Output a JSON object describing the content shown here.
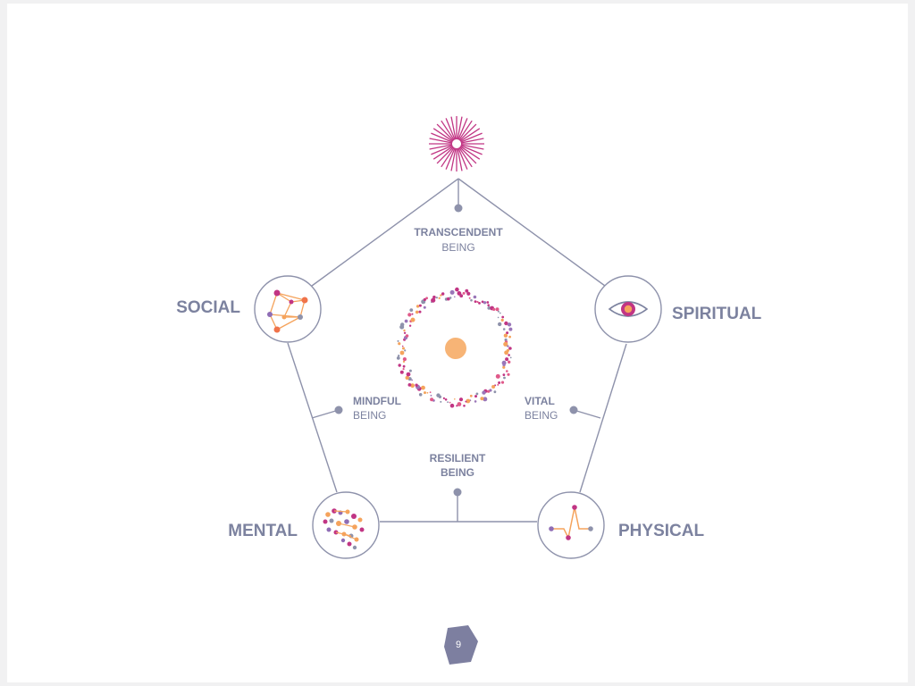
{
  "diagram": {
    "nodes": {
      "social": "SOCIAL",
      "spiritual": "SPIRITUAL",
      "mental": "MENTAL",
      "physical": "PHYSICAL"
    },
    "beings": {
      "transcendent": {
        "line1": "TRANSCENDENT",
        "line2": "BEING"
      },
      "mindful": {
        "line1": "MINDFUL",
        "line2": "BEING"
      },
      "vital": {
        "line1": "VITAL",
        "line2": "BEING"
      },
      "resilient": {
        "line1": "RESILIENT",
        "line2": "BEING"
      }
    },
    "icons": {
      "top": "sunburst-icon",
      "social": "network-icon",
      "spiritual": "eye-icon",
      "mental": "brain-icon",
      "physical": "heartbeat-icon",
      "center": "dotted-ring-icon"
    },
    "colors": {
      "line": "#8e92ab",
      "text": "#7c829f",
      "magenta": "#c13584",
      "orange": "#f5a35c",
      "purple": "#8f6db5"
    }
  },
  "footer": {
    "page_number": "9"
  }
}
